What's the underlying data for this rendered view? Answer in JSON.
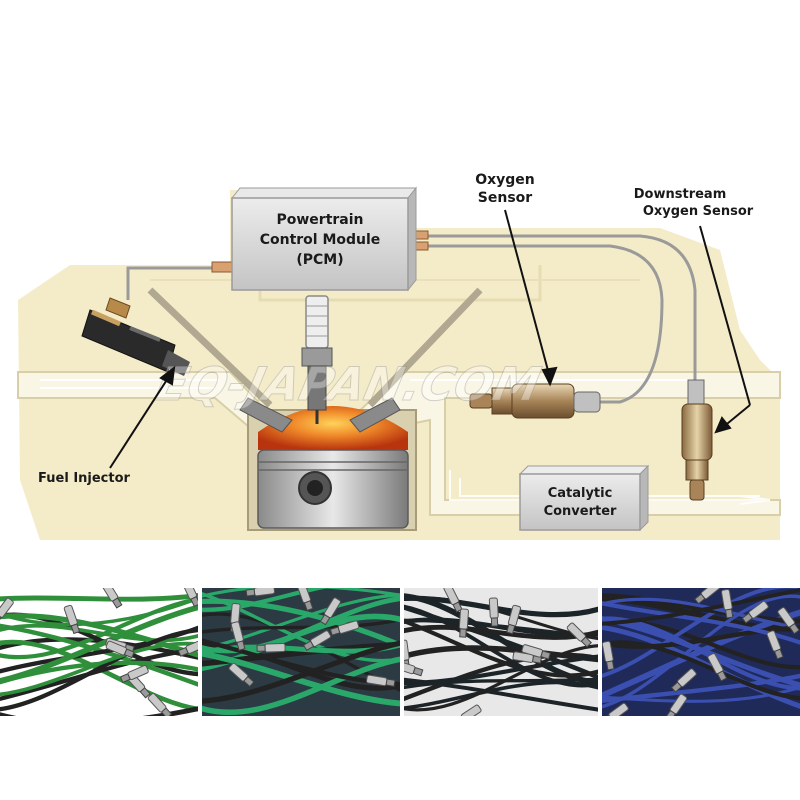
{
  "labels": {
    "pcm_line1": "Powertrain",
    "pcm_line2": "Control Module",
    "pcm_line3": "(PCM)",
    "o2_line1": "Oxygen",
    "o2_line2": "Sensor",
    "down_line1": "Downstream",
    "down_line2": "Oxygen Sensor",
    "injector": "Fuel Injector",
    "cat_line1": "Catalytic",
    "cat_line2": "Converter"
  },
  "watermark": "EQ-JAPAN.COM",
  "colors": {
    "background": "#ffffff",
    "engine_panel": "#f4ecc9",
    "combustion": "#e0541a",
    "pcm_box": "#d8d8d8",
    "wire": "#9a9a9a",
    "exhaust_flow": "#f2f2f2"
  },
  "photos": [
    {
      "name": "green-wire-sensors",
      "wire_color": "#2f8f3a",
      "bg": "#ffffff"
    },
    {
      "name": "mixed-green-blue-sensors",
      "wire_color": "#2aa86a",
      "bg": "#2c3a44"
    },
    {
      "name": "black-wire-sensors",
      "wire_color": "#1c2428",
      "bg": "#e8e8e8"
    },
    {
      "name": "blue-wire-sensors",
      "wire_color": "#3a4fb0",
      "bg": "#1f2a58"
    }
  ]
}
